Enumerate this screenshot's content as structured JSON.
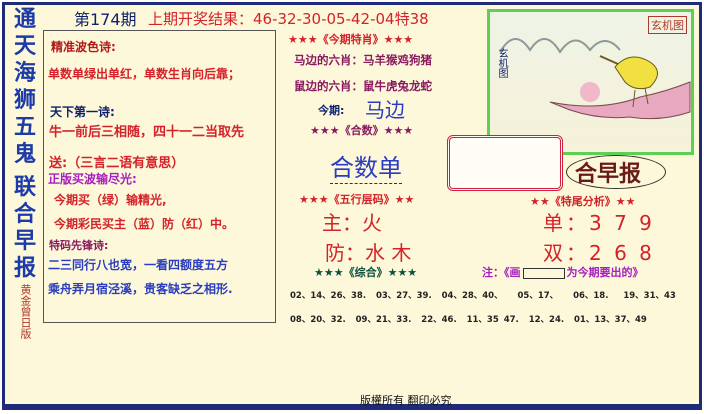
{
  "masthead_vertical": [
    "通",
    "天",
    "海",
    "狮",
    "五",
    "鬼",
    "联",
    "合",
    "早",
    "报"
  ],
  "edition_note": "黄金曾日版",
  "issue": "第174期",
  "last_result": {
    "label": "上期开奖结果：",
    "value": "46-32-30-05-42-04特38"
  },
  "poems": {
    "wave_title": "精准波色诗:",
    "wave_line": "单数单绿出单红，单数生肖向后靠；",
    "first_title": "天下第一诗:",
    "first_line": "牛一前后三相随，四十一二当取先",
    "gift": "送:（三言二语有意思）",
    "buy_title": "正版买波输尽光:",
    "buy_line1": "今期买（绿）输精光,",
    "buy_line2": "今期彩民买主（蓝）防（红）中。",
    "special_title": "特码先锋诗:",
    "special_line1": "二三同行八也宽，一看四额度五方",
    "special_line2": "乘舟弄月宿泾溪，贵客缺乏之相形."
  },
  "zodiac": {
    "header": "★★★《今期特肖》★★★",
    "horse_side": "马边的六肖：马羊猴鸡狗猪",
    "rat_side": "鼠边的六肖：鼠牛虎兔龙蛇",
    "this_label": "今期:",
    "this_value": "马边"
  },
  "hesu": {
    "header": "★★★《合数》★★★",
    "value": "合数单"
  },
  "wuxing": {
    "header": "★★★《五行层码》★★",
    "main": "主：火",
    "guard": "防：水 木"
  },
  "tail": {
    "header": "★★《特尾分析》★★",
    "odd": "单：3 7 9",
    "even": "双：2 6 8"
  },
  "combo": {
    "header": "★★★《综合》★★★",
    "note_prefix": "注：《画",
    "note_suffix": "为今期要出的》"
  },
  "numbers_row1": [
    "02、14、26、38.",
    "03、27、39.",
    "04、28、40、",
    "05、17、",
    "06、18.",
    "19、31、43"
  ],
  "numbers_row2": [
    "08、20、32.",
    "09、21、33.",
    "22、46.",
    "11、35 47.",
    "12、24.",
    "01、13、37、49"
  ],
  "image_seal": "玄机图",
  "image_side_text": "玄机图",
  "brand_partial": "合早报",
  "footer": "版權所有 翻印必究"
}
